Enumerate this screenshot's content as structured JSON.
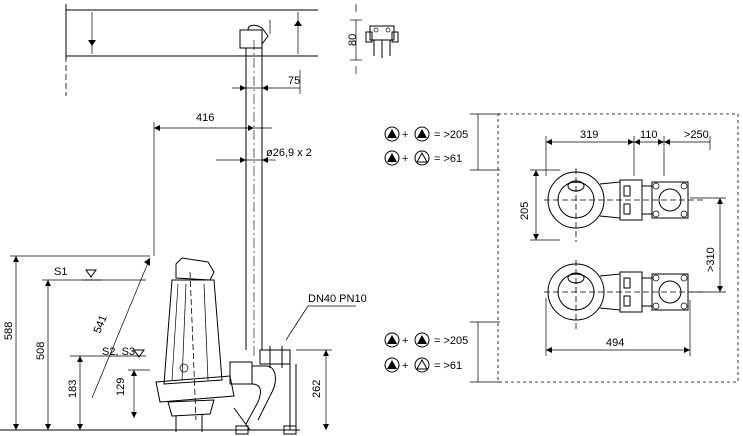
{
  "drawing": {
    "dims": {
      "d80": "80",
      "d75": "75",
      "d416": "416",
      "pipe": "ø26,9 x 2",
      "d588": "588",
      "d508": "508",
      "d541": "541",
      "d183": "183",
      "d129": "129",
      "d262": "262",
      "d319": "319",
      "d110": "110",
      "d250": ">250",
      "d205v": "205",
      "d310": ">310",
      "d494": "494"
    },
    "levels": {
      "s1": "S1",
      "s23": "S2, S3"
    },
    "flange": "DN40 PN10",
    "clearances": [
      {
        "plus": "+",
        "value": "= >205"
      },
      {
        "plus": "+",
        "value": "= >61"
      },
      {
        "plus": "+",
        "value": "= >205"
      },
      {
        "plus": "+",
        "value": "= >61"
      }
    ]
  }
}
